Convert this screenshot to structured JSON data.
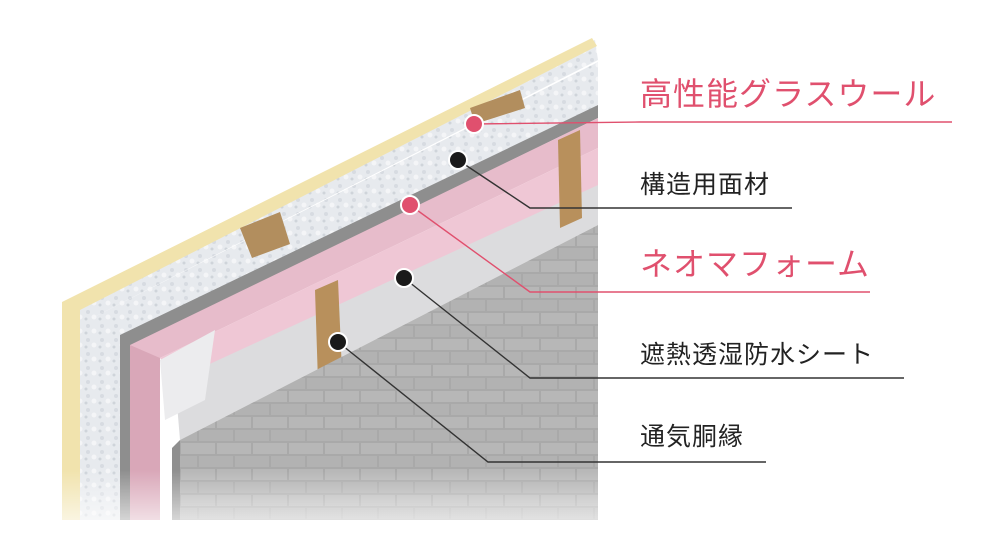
{
  "colors": {
    "accent": "#e0506e",
    "text": "#222222",
    "leader_line": "#333333"
  },
  "callouts": [
    {
      "id": "glass-wool",
      "label": "高性能グラスウール",
      "accent": true
    },
    {
      "id": "structural-panel",
      "label": "構造用面材",
      "accent": false
    },
    {
      "id": "neoma-foam",
      "label": "ネオマフォーム",
      "accent": true
    },
    {
      "id": "waterproof-sheet",
      "label": "遮熱透湿防水シート",
      "accent": false
    },
    {
      "id": "furring-strip",
      "label": "通気胴縁",
      "accent": false
    }
  ]
}
